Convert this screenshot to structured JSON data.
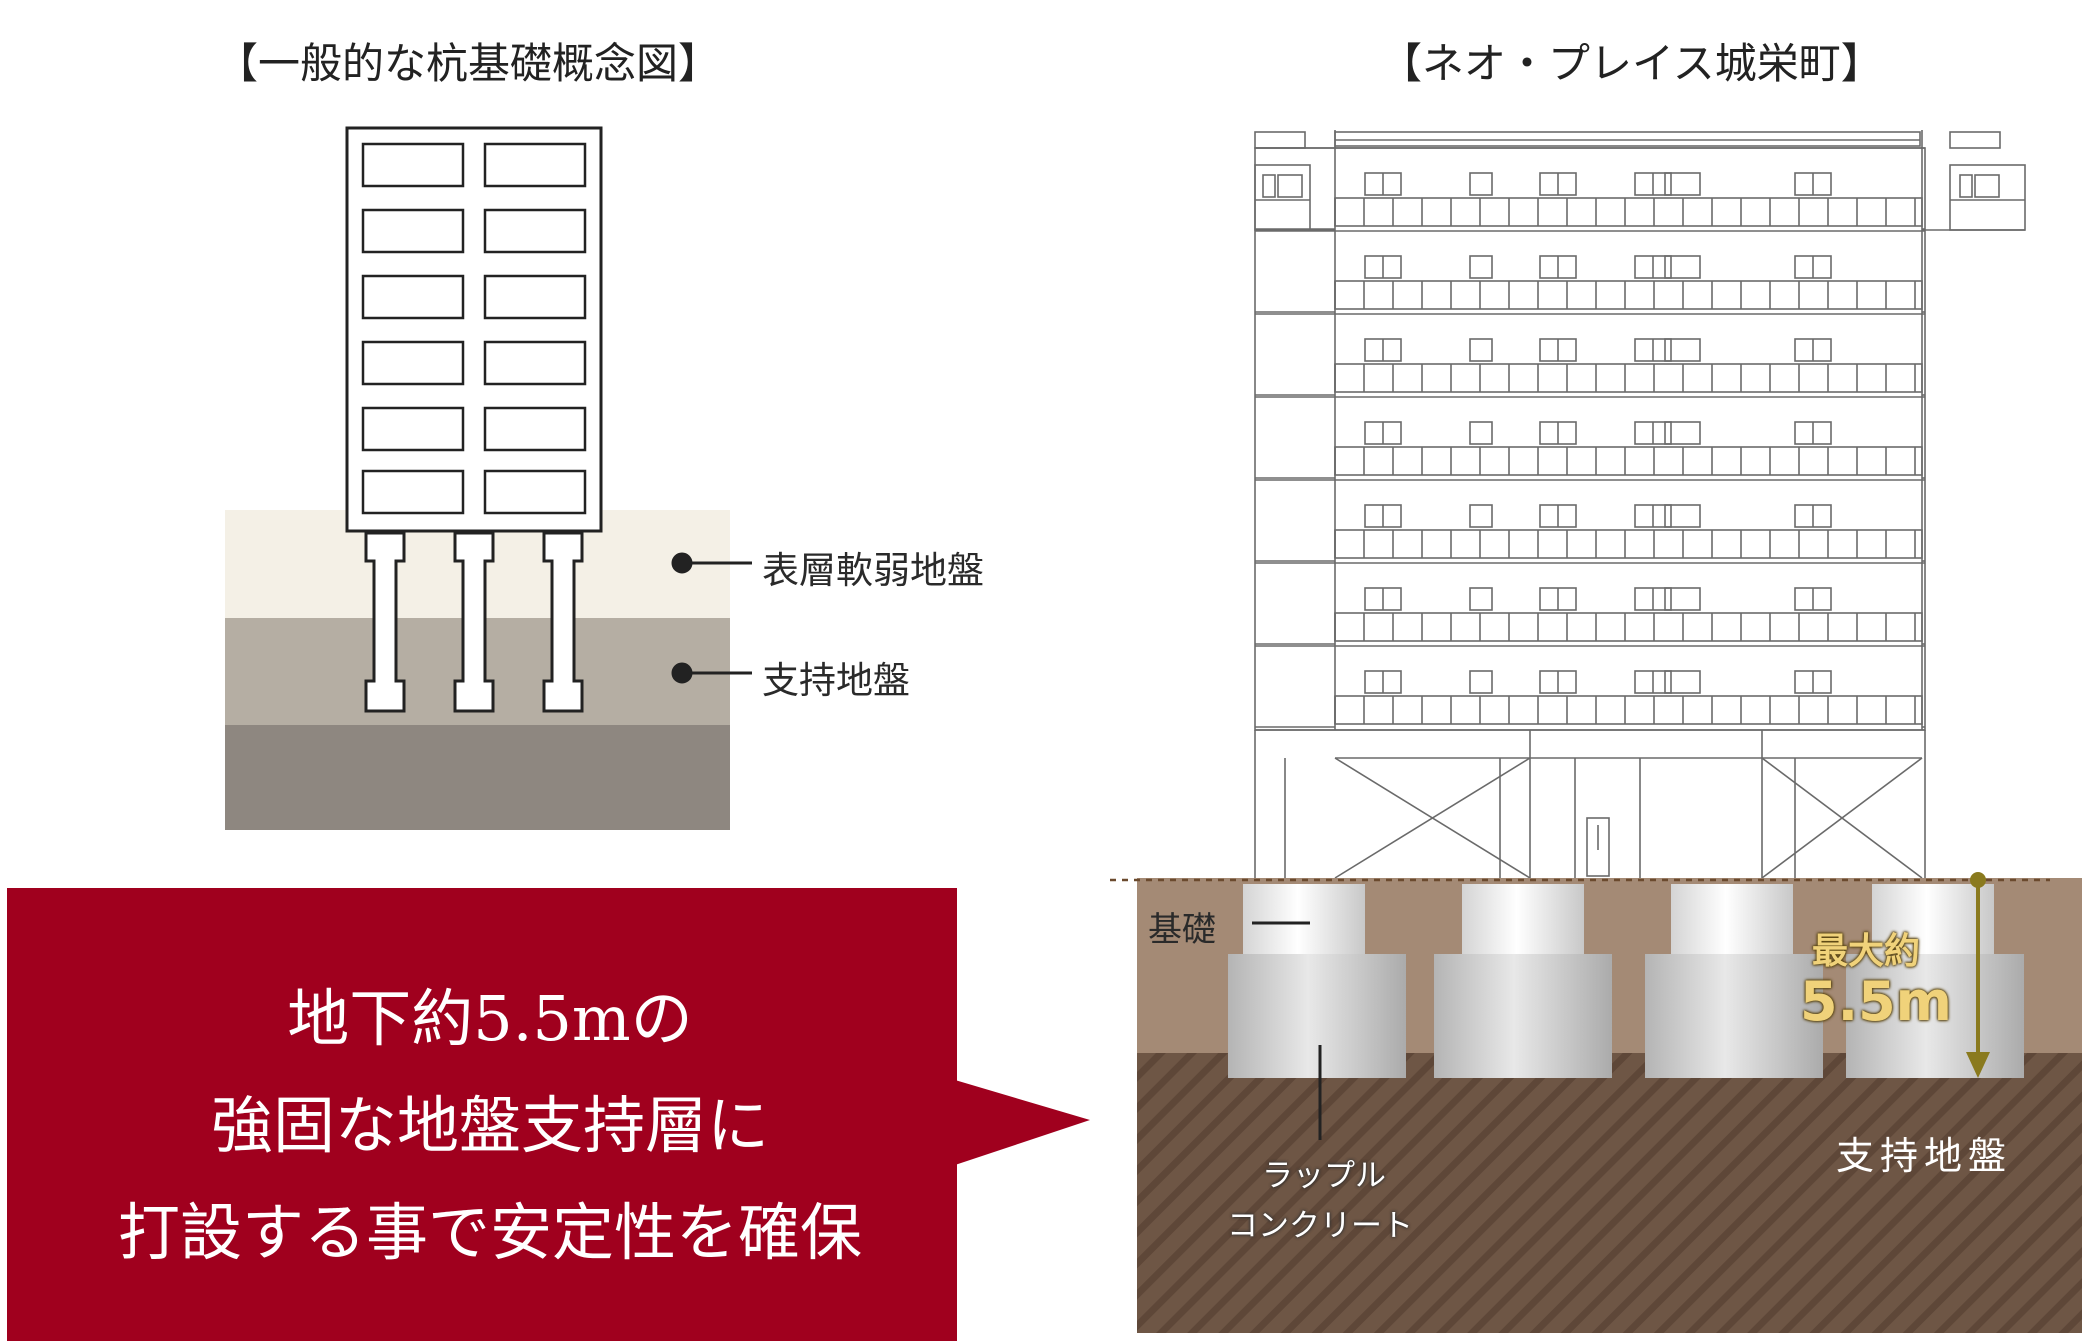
{
  "left_panel": {
    "title": "【一般的な杭基礎概念図】",
    "layer_soft": "表層軟弱地盤",
    "layer_bearing": "支持地盤"
  },
  "right_panel": {
    "title": "【ネオ・プレイス城栄町】",
    "label_foundation": "基礎",
    "label_rubble_line1": "ラップル",
    "label_rubble_line2": "コンクリート",
    "depth_label_line1": "最大約",
    "depth_label_line2": "5.5m",
    "label_bearing": "支持地盤"
  },
  "callout": {
    "line1": "地下約5.5mの",
    "line2": "強固な地盤支持層に",
    "line3": "打設する事で安定性を確保"
  },
  "colors": {
    "soft_layer": "#f4f0e6",
    "bearing_layer": "#b5aea3",
    "deep_layer": "#8e8780",
    "earth": "#a48a75",
    "bearing_hatch": "#6e5645",
    "callout": "#a0001e",
    "depth_arrow": "#8a7a1e"
  }
}
